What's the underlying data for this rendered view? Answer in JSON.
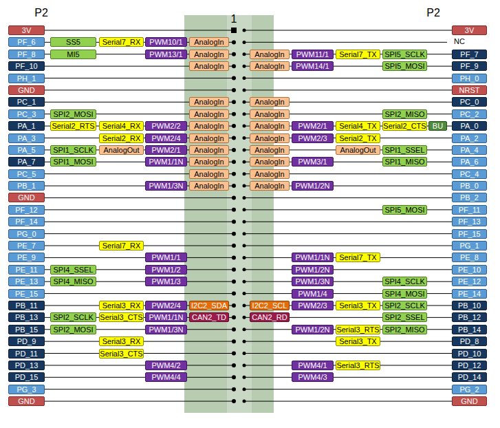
{
  "diagram": {
    "labels": [
      "P2",
      "1",
      "P2",
      "3V",
      "3V",
      "PF_6",
      "SS5",
      "Serial7_RX",
      "PWM10/1",
      "AnalogIn",
      "NC",
      "PF_8",
      "MI5",
      "PWM13/1",
      "AnalogIn",
      "AnalogIn",
      "PWM11/1",
      "Serial7_TX",
      "SPI5_SCLK",
      "PF_7",
      "PF_10",
      "AnalogIn",
      "AnalogIn",
      "PWM14/1",
      "SPI5_MOSI",
      "PF_9",
      "PH_1",
      "PH_0",
      "GND",
      "NRST",
      "PC_1",
      "AnalogIn",
      "AnalogIn",
      "PC_0",
      "PC_3",
      "SPI2_MOSI",
      "AnalogIn",
      "AnalogIn",
      "SPI2_MISO",
      "PC_2",
      "PA_1",
      "Serial2_RTS",
      "Serial4_RX",
      "PWM2/2",
      "AnalogIn",
      "AnalogIn",
      "PWM2/1",
      "Serial4_TX",
      "Serial2_CTS",
      "BU",
      "PA_0",
      "PA_3",
      "Serial2_RX",
      "PWM2/4",
      "AnalogIn",
      "AnalogIn",
      "PWM2/3",
      "Serial2_TX",
      "PA_2",
      "PA_5",
      "SPI1_SCLK",
      "AnalogOut",
      "PWM2/1",
      "AnalogIn",
      "AnalogIn",
      "AnalogOut",
      "SPI1_SSEL",
      "PA_4",
      "PA_7",
      "SPI1_MOSI",
      "PWM1/1N",
      "AnalogIn",
      "AnalogIn",
      "PWM3/1",
      "SPI1_MISO",
      "PA_6",
      "PC_5",
      "AnalogIn",
      "AnalogIn",
      "PC_4",
      "PB_1",
      "PWM1/3N",
      "AnalogIn",
      "AnalogIn",
      "PWM1/2N",
      "PB_0",
      "GND",
      "PB_2",
      "PF_12",
      "SPI5_MOSI",
      "PF_11",
      "PF_14",
      "PF_13",
      "PG_0",
      "PF_15",
      "PE_7",
      "Serial7_RX",
      "PG_1",
      "PE_9",
      "PWM1/1",
      "PWM1/1N",
      "Serial7_TX",
      "PE_8",
      "PE_11",
      "SPI4_SSEL",
      "PWM1/2",
      "PWM1/2N",
      "PE_10",
      "PE_13",
      "SPI4_MISO",
      "PWM1/3",
      "PWM1/3N",
      "SPI4_SCLK",
      "PE_12",
      "PE_15",
      "PWM1/4",
      "SPI4_MOSI",
      "PE_14",
      "PB_11",
      "Serial3_RX",
      "PWM2/4",
      "I2C2_SDA",
      "I2C2_SCL",
      "PWM2/3",
      "Serial3_TX",
      "SPI2_SCLK",
      "PB_10",
      "PB_13",
      "SPI2_SCLK",
      "Serial3_CTS",
      "PWM1/1N",
      "CAN2_TD",
      "CAN2_RD",
      "SPI2_SSEL",
      "PB_12",
      "PB_15",
      "SPI2_MOSI",
      "PWM1/3N",
      "PWM1/2N",
      "Serial3_RTS",
      "SPI2_MISO",
      "PB_14",
      "PD_9",
      "Serial3_RX",
      "Serial3_TX",
      "PD_8",
      "PD_11",
      "Serial3_CTS",
      "PD_10",
      "PD_13",
      "PWM4/2",
      "PWM4/1",
      "Serial3_RTS",
      "PD_12",
      "PD_15",
      "PWM4/4",
      "PWM4/3",
      "PD_14",
      "PG_3",
      "PG_2",
      "GND",
      "GND"
    ]
  }
}
